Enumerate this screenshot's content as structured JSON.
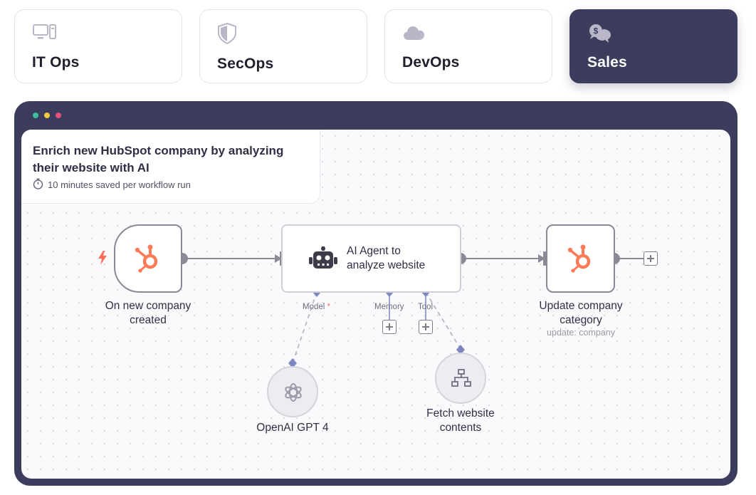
{
  "tabs": [
    {
      "label": "IT Ops",
      "icon": "computer-icon",
      "active": false
    },
    {
      "label": "SecOps",
      "icon": "shield-icon",
      "active": false
    },
    {
      "label": "DevOps",
      "icon": "cloud-icon",
      "active": false
    },
    {
      "label": "Sales",
      "icon": "money-chat-icon",
      "active": true
    }
  ],
  "window": {
    "dots": [
      "#3dbea3",
      "#f5c842",
      "#e8527a"
    ]
  },
  "workflow": {
    "title": "Enrich new HubSpot company by analyzing their website with AI",
    "saved": "10 minutes saved per workflow run"
  },
  "nodes": {
    "trigger": {
      "label": "On new company created"
    },
    "agent": {
      "label": "AI Agent to analyze website"
    },
    "update": {
      "label": "Update company category",
      "sub": "update: company"
    },
    "openai": {
      "label": "OpenAI GPT 4"
    },
    "fetch": {
      "label": "Fetch website contents"
    }
  },
  "connectors": {
    "model": "Model",
    "model_required": "*",
    "memory": "Memory",
    "tool": "Tool"
  },
  "colors": {
    "hubspot_orange": "#ff7a59",
    "trigger_bolt": "#ff6d5a",
    "dark_navy": "#3c3c5d",
    "connector_purple": "#7e86c2"
  }
}
